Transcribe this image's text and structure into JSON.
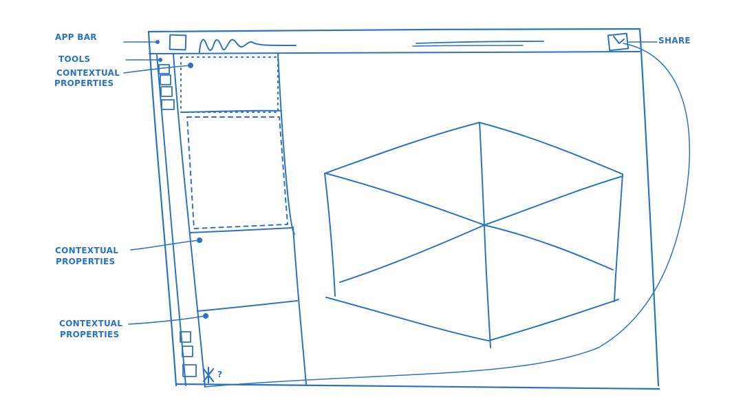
{
  "annotations": {
    "app_bar": "APP BAR",
    "tools": "TOOLS",
    "share": "SHARE",
    "contextual_top": [
      "CONTEXTUAL",
      "PROPERTIES"
    ],
    "contextual_mid": [
      "CONTEXTUAL",
      "PROPERTIES"
    ],
    "contextual_bottom": [
      "CONTEXTUAL",
      "PROPERTIES"
    ],
    "help": "?"
  },
  "colors": {
    "ink": "#2a73c4",
    "paper": "#ffffff"
  }
}
